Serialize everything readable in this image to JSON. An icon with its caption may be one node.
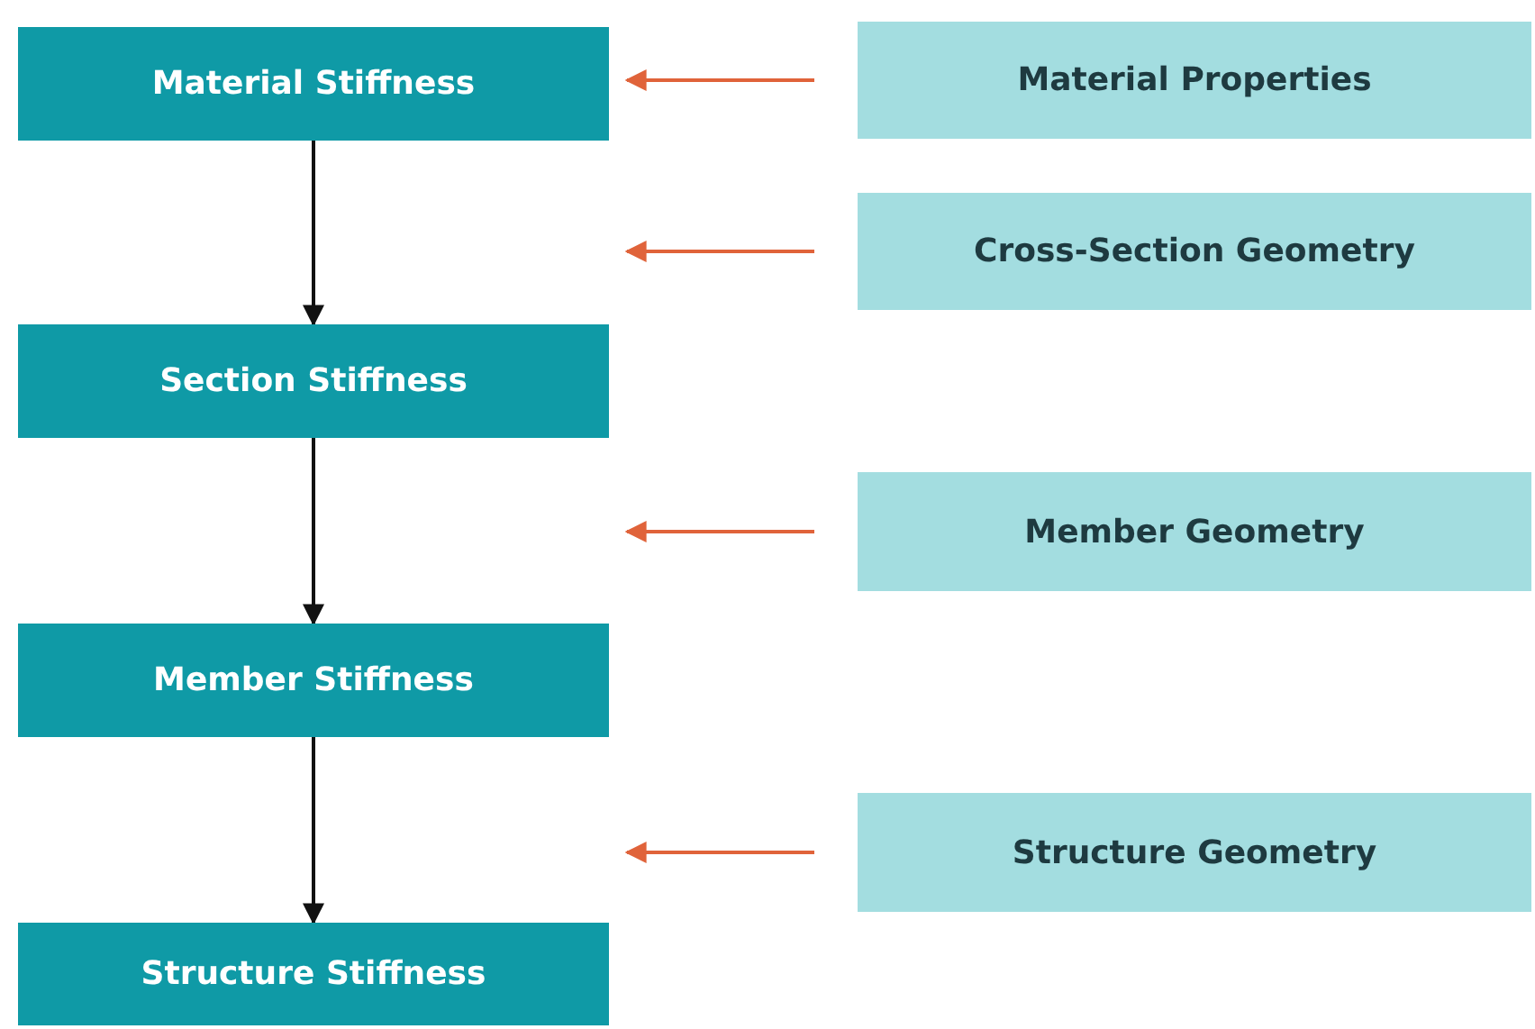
{
  "diagram": {
    "nodes": [
      {
        "text": [
          "Material Stiffness"
        ]
      },
      {
        "text": [
          "Material Properties"
        ]
      },
      {
        "text": [
          "Cross-Section Geometry"
        ]
      },
      {
        "text": [
          "Section Stiffness"
        ]
      },
      {
        "text": [
          "Member Geometry"
        ]
      },
      {
        "text": [
          "Member Stiffness"
        ]
      },
      {
        "text": [
          "Structure Geometry"
        ]
      },
      {
        "text": [
          "Structure Stiffness"
        ]
      }
    ],
    "edges": [
      {
        "from": 0,
        "to": 3,
        "arrow": "to",
        "color": "#111111"
      },
      {
        "from": 3,
        "to": 5,
        "arrow": "to",
        "color": "#111111"
      },
      {
        "from": 5,
        "to": 7,
        "arrow": "to",
        "color": "#111111"
      },
      {
        "from": 1,
        "to": 0,
        "arrow": "to",
        "color": "#e0633a"
      },
      {
        "from": 2,
        "to": null,
        "arrow": "to",
        "color": "#e0633a"
      },
      {
        "from": 4,
        "to": null,
        "arrow": "to",
        "color": "#e0633a"
      },
      {
        "from": 6,
        "to": null,
        "arrow": "to",
        "color": "#e0633a"
      }
    ]
  }
}
